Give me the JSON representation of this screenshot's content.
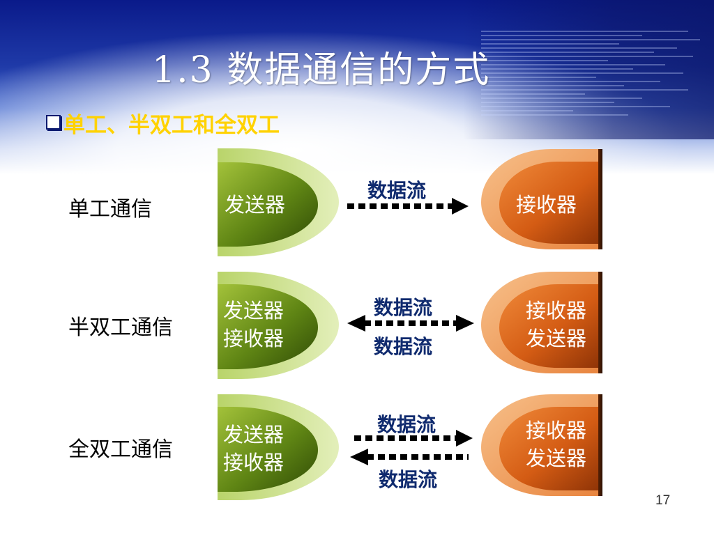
{
  "slide": {
    "title": "1.3  数据通信的方式",
    "subtitle": "单工、半双工和全双工",
    "page_number": "17"
  },
  "rows": [
    {
      "label": "单工通信",
      "sender_lines": [
        "发送器"
      ],
      "receiver_lines": [
        "接收器"
      ],
      "flow_top": "数据流",
      "flow_bottom": ""
    },
    {
      "label": "半双工通信",
      "sender_lines": [
        "发送器",
        "接收器"
      ],
      "receiver_lines": [
        "接收器",
        "发送器"
      ],
      "flow_top": "数据流",
      "flow_bottom": "数据流"
    },
    {
      "label": "全双工通信",
      "sender_lines": [
        "发送器",
        "接收器"
      ],
      "receiver_lines": [
        "接收器",
        "发送器"
      ],
      "flow_top": "数据流",
      "flow_bottom": "数据流"
    }
  ],
  "colors": {
    "sender_green": "#5a7d10",
    "sender_ring": "#c8de82",
    "receiver_orange": "#d05a12",
    "receiver_light": "#f2a468",
    "subtitle_yellow": "#ffd200",
    "flow_text": "#0f2a6e"
  }
}
